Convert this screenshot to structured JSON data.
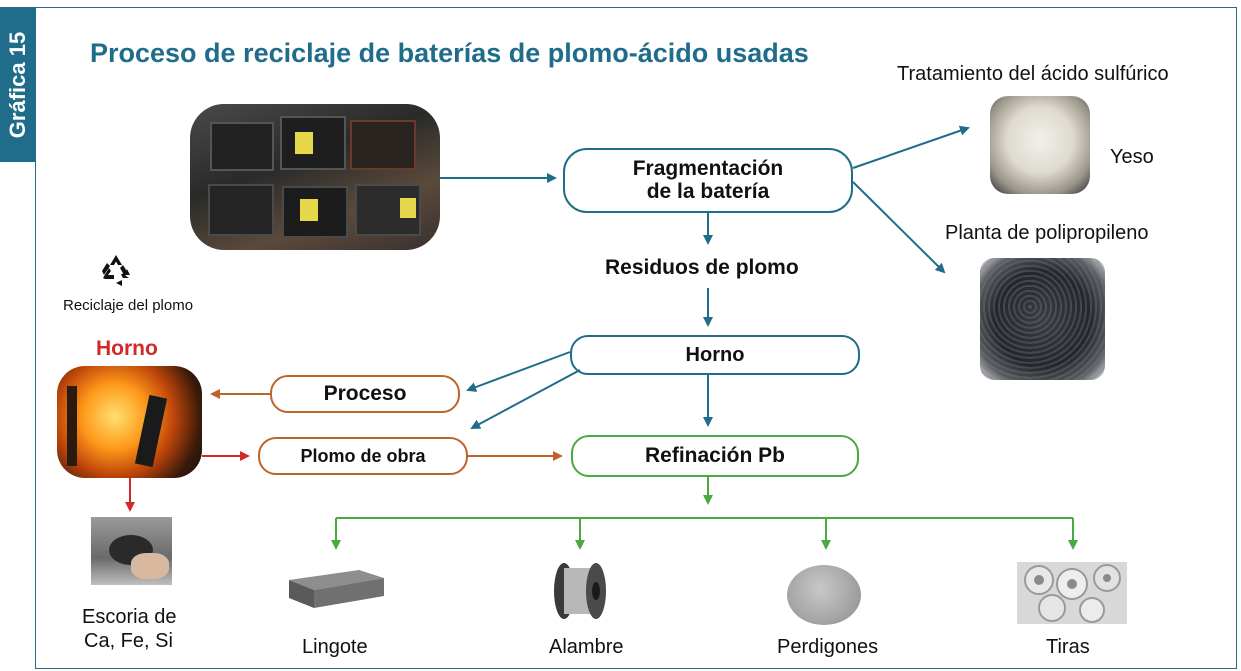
{
  "side_tab": "Gráfica 15",
  "title": "Proceso de reciclaje de baterías de plomo-ácido usadas",
  "nodes": {
    "fragmentacion_line1": "Fragmentación",
    "fragmentacion_line2": "de la batería",
    "residuos": "Residuos de plomo",
    "horno_box": "Horno",
    "proceso": "Proceso",
    "plomo_obra": "Plomo de obra",
    "refinacion": "Refinación Pb"
  },
  "labels": {
    "tratamiento": "Tratamiento del ácido sulfúrico",
    "yeso": "Yeso",
    "planta": "Planta de polipropileno",
    "reciclaje": "Reciclaje del plomo",
    "horno_title": "Horno",
    "escoria_line1": "Escoria de",
    "escoria_line2": "Ca, Fe, Si"
  },
  "products": [
    "Lingote",
    "Alambre",
    "Perdigones",
    "Tiras"
  ],
  "colors": {
    "blue": "#1f6d8a",
    "orange": "#c0622b",
    "green": "#4aaa3f",
    "red": "#d12a2a"
  },
  "icons": [
    "recycle-icon"
  ]
}
